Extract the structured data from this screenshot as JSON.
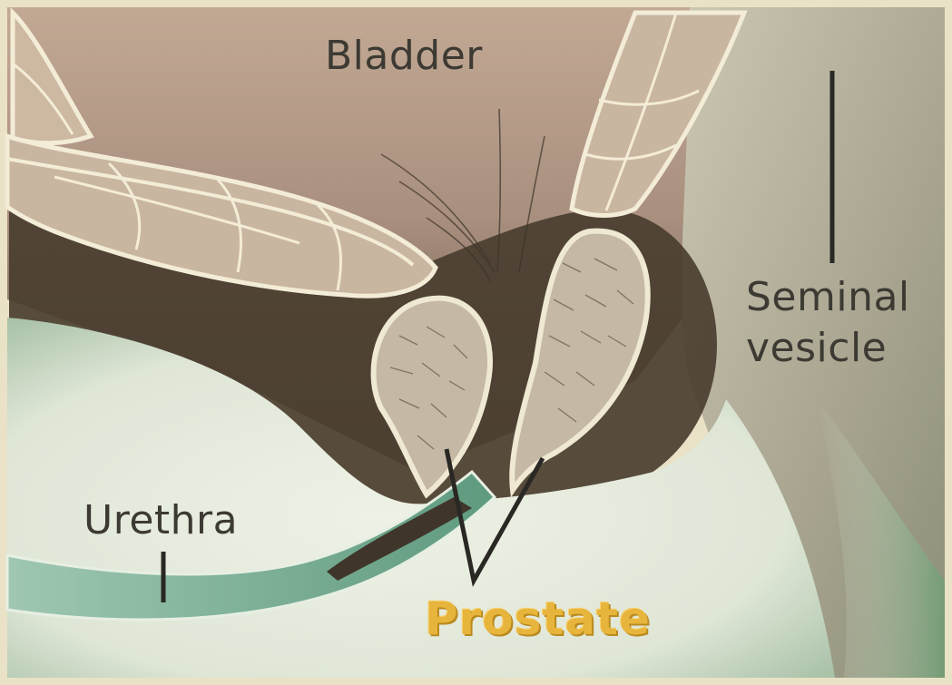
{
  "diagram": {
    "labels": {
      "bladder": "Bladder",
      "seminal_vesicle_line1": "Seminal",
      "seminal_vesicle_line2": "vesicle",
      "urethra": "Urethra",
      "prostate": "Prostate"
    },
    "colors": {
      "paper": "#e9e2c6",
      "bladder_wall": "#c9b6a0",
      "muscle_outline": "#f3ecd7",
      "cavity_dark": "#4a3e30",
      "tissue_light": "#e3ead8",
      "urethra_green": "#7fb29a",
      "label_text": "#3c3a33",
      "prostate_label": "#e8b53c"
    }
  }
}
